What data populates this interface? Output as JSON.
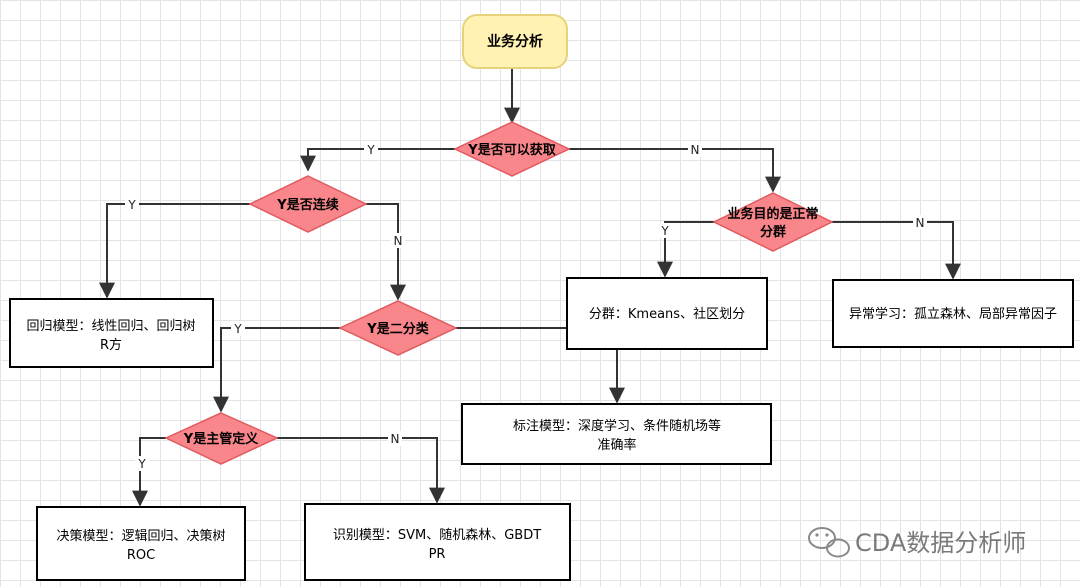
{
  "nodes": {
    "start": "业务分析",
    "d_available": "Y是否可以获取",
    "d_continuous": "Y是否连续",
    "d_normal_group_line1": "业务目的是正常",
    "d_normal_group_line2": "分群",
    "d_binary": "Y是二分类",
    "d_subjective": "Y是主管定义",
    "regression_line1": "回归模型：线性回归、回归树",
    "regression_line2": "R方",
    "clustering": "分群：Kmeans、社区划分",
    "anomaly": "异常学习：孤立森林、局部异常因子",
    "labeling_line1": "标注模型：深度学习、条件随机场等",
    "labeling_line2": "准确率",
    "decision_line1": "决策模型：逻辑回归、决策树",
    "decision_line2": "ROC",
    "recognition_line1": "识别模型：SVM、随机森林、GBDT",
    "recognition_line2": "PR"
  },
  "edges": {
    "available_yes": "Y",
    "available_no": "N",
    "continuous_yes": "Y",
    "continuous_no": "N",
    "normal_group_yes": "Y",
    "normal_group_no": "N",
    "binary_yes": "Y",
    "subjective_yes": "Y",
    "subjective_no": "N"
  },
  "watermark": "CDA数据分析师",
  "colors": {
    "start_fill": "#fff2b3",
    "start_stroke": "#e6d27a",
    "decision_fill": "#f8868a",
    "decision_stroke": "#e05a5f",
    "box_stroke": "#000000",
    "edge": "#333333"
  }
}
